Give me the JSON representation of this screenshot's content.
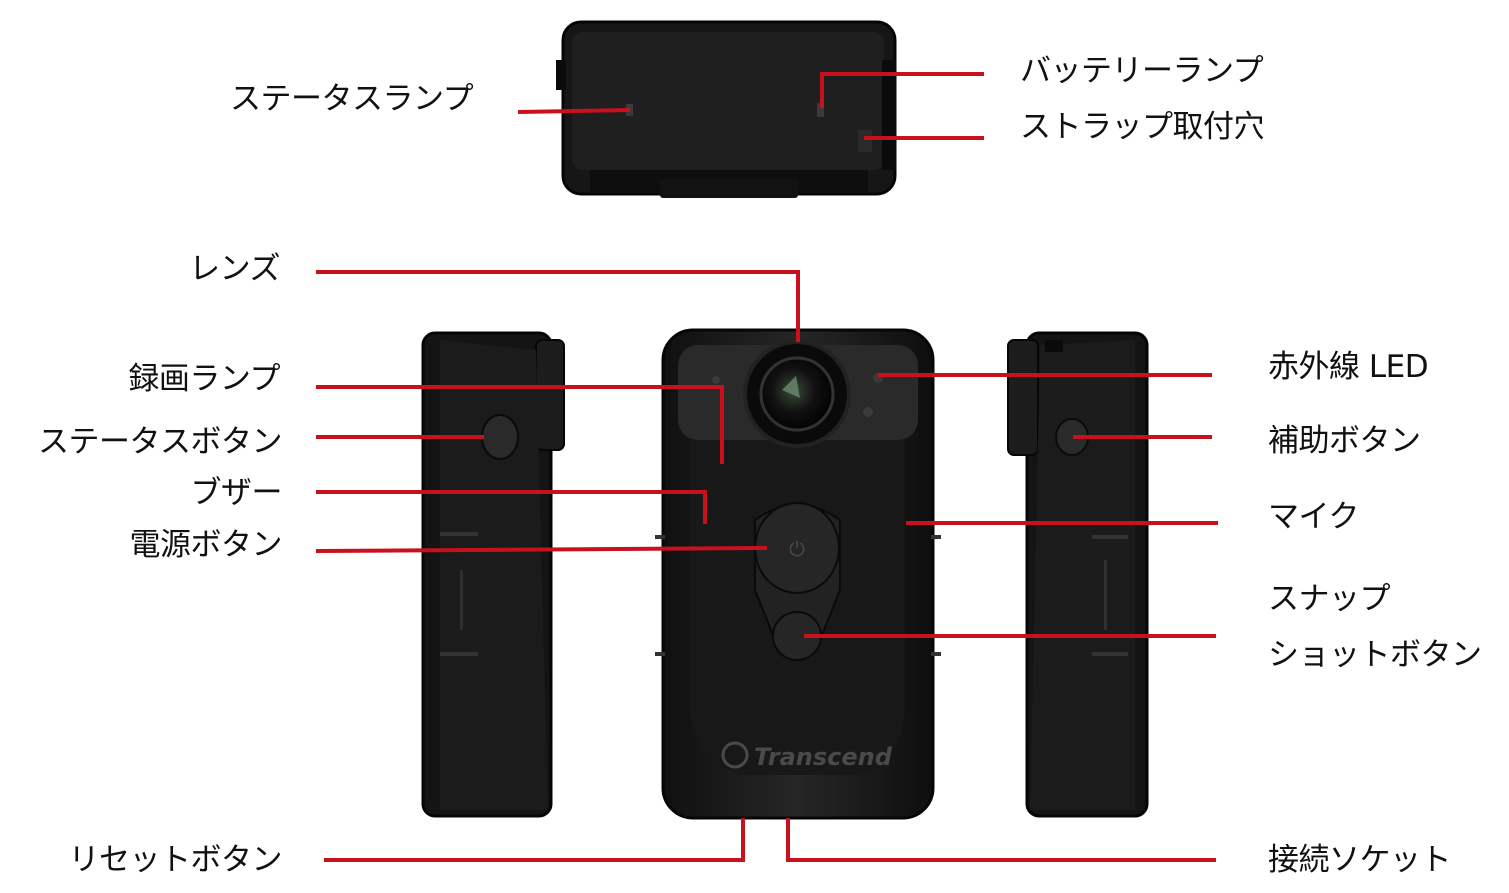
{
  "colors": {
    "leader_line": "#c8101e",
    "camera_body": "#1c1c1c",
    "camera_edge": "#080808",
    "background": "#ffffff"
  },
  "brand_logo_text": "Transcend",
  "labels": {
    "status_lamp": "ステータスランプ",
    "battery_lamp": "バッテリーランプ",
    "strap_hole": "ストラップ取付穴",
    "lens": "レンズ",
    "record_lamp": "録画ランプ",
    "status_button": "ステータスボタン",
    "buzzer": "ブザー",
    "power_button": "電源ボタン",
    "reset_button": "リセットボタン",
    "infrared_led": "赤外線 LED",
    "aux_button": "補助ボタン",
    "mic": "マイク",
    "snapshot_line1": "スナップ",
    "snapshot_line2": "ショットボタン",
    "connection_socket": "接続ソケット"
  }
}
